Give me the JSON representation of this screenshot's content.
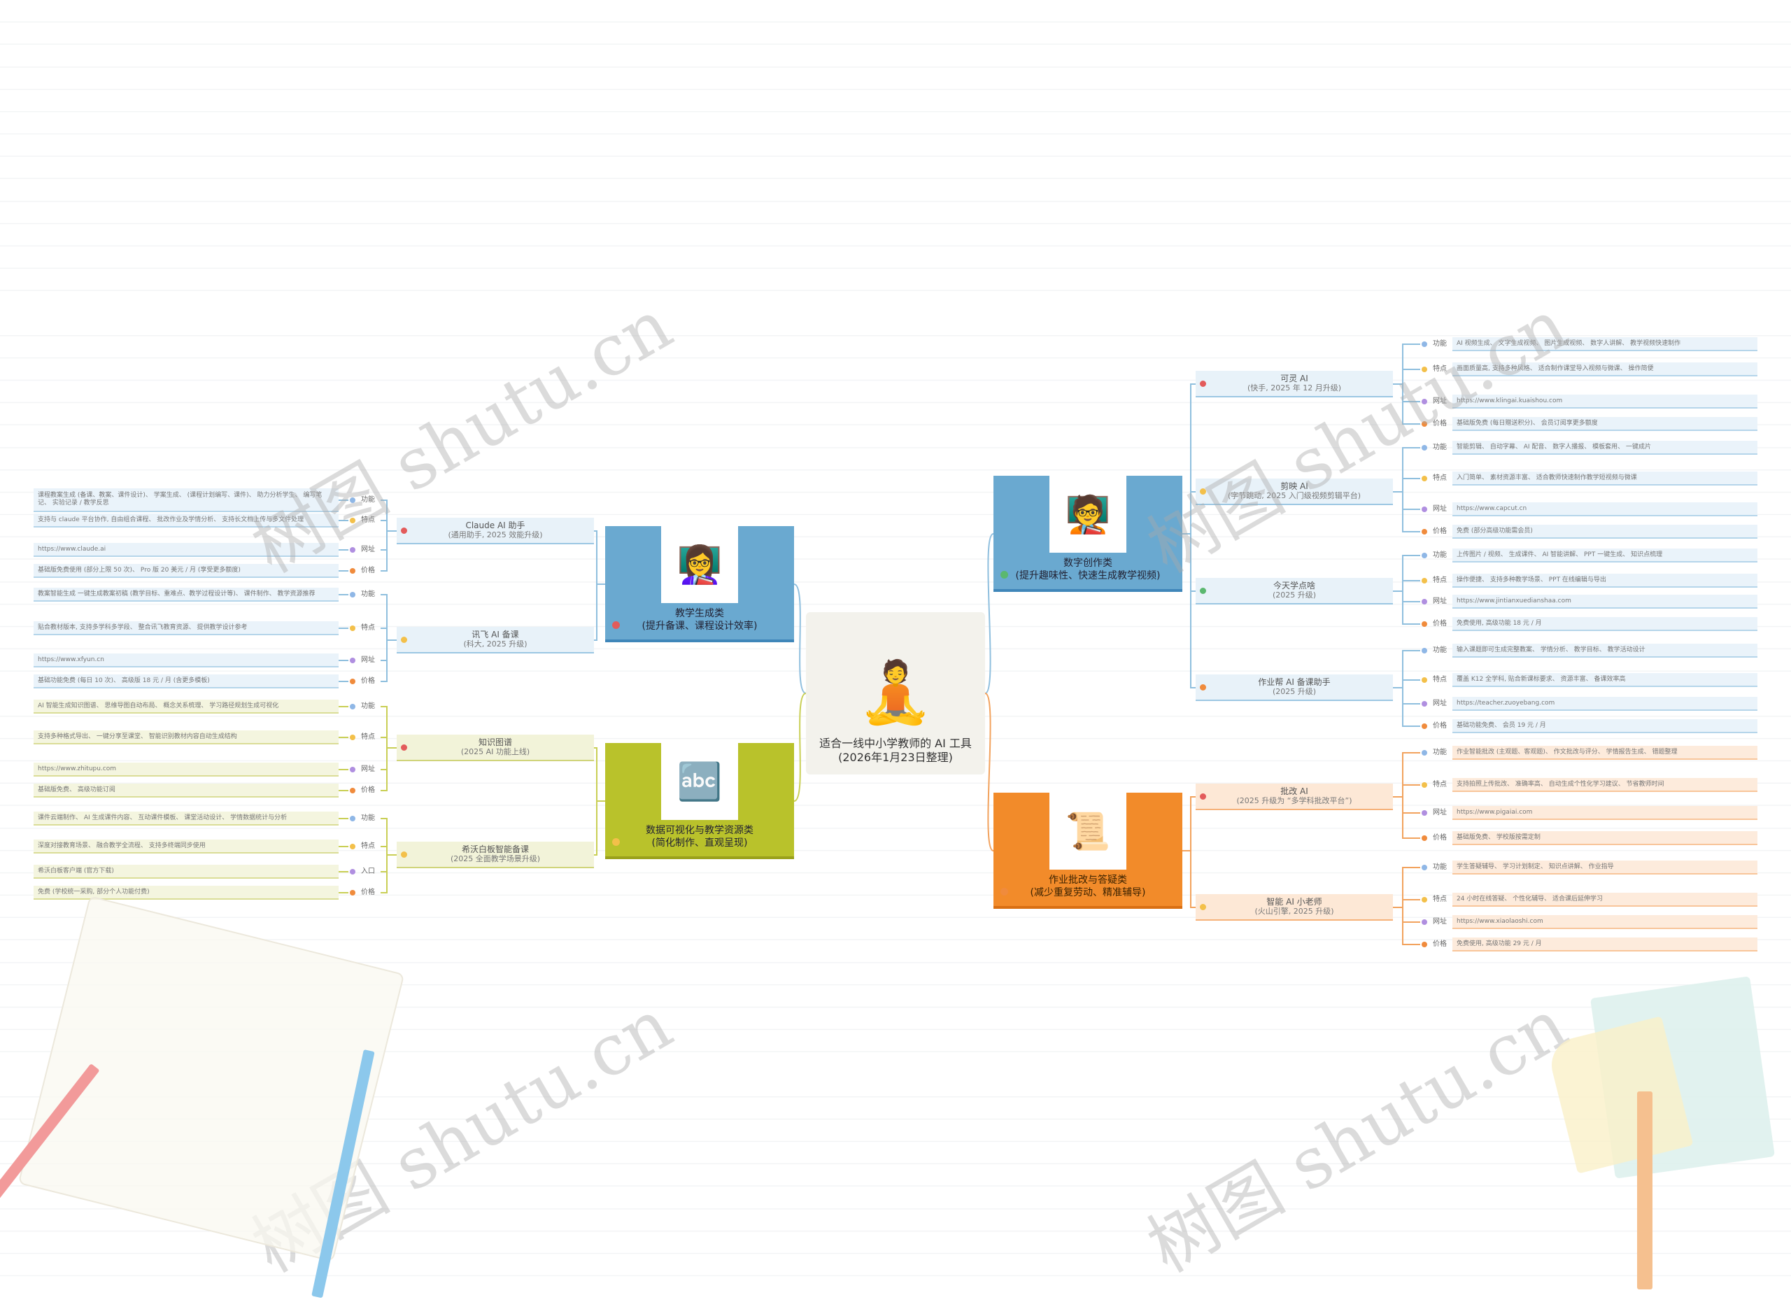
{
  "center": {
    "title": "适合一线中小学教师的 AI 工具",
    "subtitle": "(2026年1月23日整理)"
  },
  "branches": [
    {
      "id": "b1",
      "title": "教学生成类",
      "subtitle": "(提升备课、课程设计效率)",
      "color": "blue",
      "icon": "teacher-with-blocks-icon",
      "glyph": "👩‍🏫",
      "tools": [
        {
          "name": "Claude AI 助手",
          "desc": "(通用助手, 2025 效能升级)",
          "leaves": [
            {
              "label": "功能",
              "text": "课程教案生成 (备课、教案、课件设计)、 学案生成、 (课程计划编写、课件)、 助力分析学生、 编写笔记、 实验记录 / 教学反思"
            },
            {
              "label": "特点",
              "text": "支持与 claude 平台协作, 自由组合课程、 批改作业及学情分析、 支持长文档上传与多文件处理"
            },
            {
              "label": "网址",
              "text": "https://www.claude.ai"
            },
            {
              "label": "价格",
              "text": "基础版免费使用 (部分上限 50 次)、 Pro 版 20 美元 / 月 (享受更多额度)"
            }
          ]
        },
        {
          "name": "讯飞 AI 备课",
          "desc": "(科大, 2025 升级)",
          "leaves": [
            {
              "label": "功能",
              "text": "教案智能生成 一键生成教案初稿 (教学目标、重难点、教学过程设计等)、 课件制作、 教学资源推荐"
            },
            {
              "label": "特点",
              "text": "贴合教材版本, 支持多学科多学段、 整合讯飞教育资源、 提供教学设计参考"
            },
            {
              "label": "网址",
              "text": "https://www.xfyun.cn"
            },
            {
              "label": "价格",
              "text": "基础功能免费 (每日 10 次)、 高级版 18 元 / 月 (含更多模板)"
            }
          ]
        }
      ]
    },
    {
      "id": "b2",
      "title": "数据可视化与教学资源类",
      "subtitle": "(简化制作、直观呈现)",
      "color": "olive",
      "icon": "kids-with-letters-icon",
      "glyph": "🔤",
      "tools": [
        {
          "name": "知识图谱",
          "desc": "(2025 AI 功能上线)",
          "leaves": [
            {
              "label": "功能",
              "text": "AI 智能生成知识图谱、 思维导图自动布局、 概念关系梳理、 学习路径规划生成可视化"
            },
            {
              "label": "特点",
              "text": "支持多种格式导出、 一键分享至课堂、 智能识别教材内容自动生成结构"
            },
            {
              "label": "网址",
              "text": "https://www.zhitupu.com"
            },
            {
              "label": "价格",
              "text": "基础版免费、 高级功能订阅"
            }
          ]
        },
        {
          "name": "希沃白板智能备课",
          "desc": "(2025 全面教学场景升级)",
          "leaves": [
            {
              "label": "功能",
              "text": "课件云端制作、 AI 生成课件内容、 互动课件模板、 课堂活动设计、 学情数据统计与分析"
            },
            {
              "label": "特点",
              "text": "深度对接教育场景、 融合教学全流程、 支持多终端同步使用"
            },
            {
              "label": "入口",
              "text": "希沃白板客户端 (官方下载)"
            },
            {
              "label": "价格",
              "text": "免费 (学校统一采购, 部分个人功能付费)"
            }
          ]
        }
      ]
    },
    {
      "id": "b3",
      "title": "数字创作类",
      "subtitle": "(提升趣味性、快速生成教学视频)",
      "color": "blue",
      "icon": "classroom-blackboard-icon",
      "glyph": "🧑‍🏫",
      "tools": [
        {
          "name": "可灵 AI",
          "desc": "(快手, 2025 年 12 月升级)",
          "leaves": [
            {
              "label": "功能",
              "text": "AI 视频生成、 文字生成视频、 图片生成视频、 数字人讲解、 教学视频快速制作"
            },
            {
              "label": "特点",
              "text": "画面质量高, 支持多种风格、 适合制作课堂导入视频与微课、 操作简便"
            },
            {
              "label": "网址",
              "text": "https://www.klingai.kuaishou.com"
            },
            {
              "label": "价格",
              "text": "基础版免费 (每日赠送积分)、 会员订阅享更多额度"
            }
          ]
        },
        {
          "name": "剪映 AI",
          "desc": "(字节跳动, 2025 入门级视频剪辑平台)",
          "leaves": [
            {
              "label": "功能",
              "text": "智能剪辑、 自动字幕、 AI 配音、 数字人播报、 模板套用、 一键成片"
            },
            {
              "label": "特点",
              "text": "入门简单、 素材资源丰富、 适合教师快速制作教学短视频与微课"
            },
            {
              "label": "网址",
              "text": "https://www.capcut.cn"
            },
            {
              "label": "价格",
              "text": "免费 (部分高级功能需会员)"
            }
          ]
        },
        {
          "name": "今天学点啥",
          "desc": "(2025 升级)",
          "leaves": [
            {
              "label": "功能",
              "text": "上传图片 / 视频、 生成课件、 AI 智能讲解、 PPT 一键生成、 知识点梳理"
            },
            {
              "label": "特点",
              "text": "操作便捷、 支持多种教学场景、 PPT 在线编辑与导出"
            },
            {
              "label": "网址",
              "text": "https://www.jintianxuedianshaa.com"
            },
            {
              "label": "价格",
              "text": "免费使用, 高级功能 18 元 / 月"
            }
          ]
        },
        {
          "name": "作业帮 AI 备课助手",
          "desc": "(2025 升级)",
          "leaves": [
            {
              "label": "功能",
              "text": "输入课题即可生成完整教案、 学情分析、 教学目标、 教学活动设计"
            },
            {
              "label": "特点",
              "text": "覆盖 K12 全学科, 贴合新课标要求、 资源丰富、 备课效率高"
            },
            {
              "label": "网址",
              "text": "https://teacher.zuoyebang.com"
            },
            {
              "label": "价格",
              "text": "基础功能免费、 会员 19 元 / 月"
            }
          ]
        }
      ]
    },
    {
      "id": "b4",
      "title": "作业批改与答疑类",
      "subtitle": "(减少重复劳动、精准辅导)",
      "color": "orange",
      "icon": "certificate-icon",
      "glyph": "📜",
      "tools": [
        {
          "name": "批改 AI",
          "desc": "(2025 升级为 “多学科批改平台”)",
          "leaves": [
            {
              "label": "功能",
              "text": "作业智能批改 (主观题、客观题)、 作文批改与评分、 学情报告生成、 错题整理"
            },
            {
              "label": "特点",
              "text": "支持拍照上传批改、 准确率高、 自动生成个性化学习建议、 节省教师时间"
            },
            {
              "label": "网址",
              "text": "https://www.pigaiai.com"
            },
            {
              "label": "价格",
              "text": "基础版免费、 学校版按需定制"
            }
          ]
        },
        {
          "name": "智能 AI 小老师",
          "desc": "(火山引擎, 2025 升级)",
          "leaves": [
            {
              "label": "功能",
              "text": "学生答疑辅导、 学习计划制定、 知识点讲解、 作业指导"
            },
            {
              "label": "特点",
              "text": "24 小时在线答疑、 个性化辅导、 适合课后延伸学习"
            },
            {
              "label": "网址",
              "text": "https://www.xiaolaoshi.com"
            },
            {
              "label": "价格",
              "text": "免费使用, 高级功能 29 元 / 月"
            }
          ]
        }
      ]
    }
  ],
  "watermark": "树图 shutu.cn",
  "colors": {
    "blue": "#6aa9d0",
    "olive": "#b9c22b",
    "orange": "#f28b2a",
    "line_blue": "#8fbfde",
    "line_olive": "#c9cf55",
    "line_orange": "#f2a25d"
  }
}
